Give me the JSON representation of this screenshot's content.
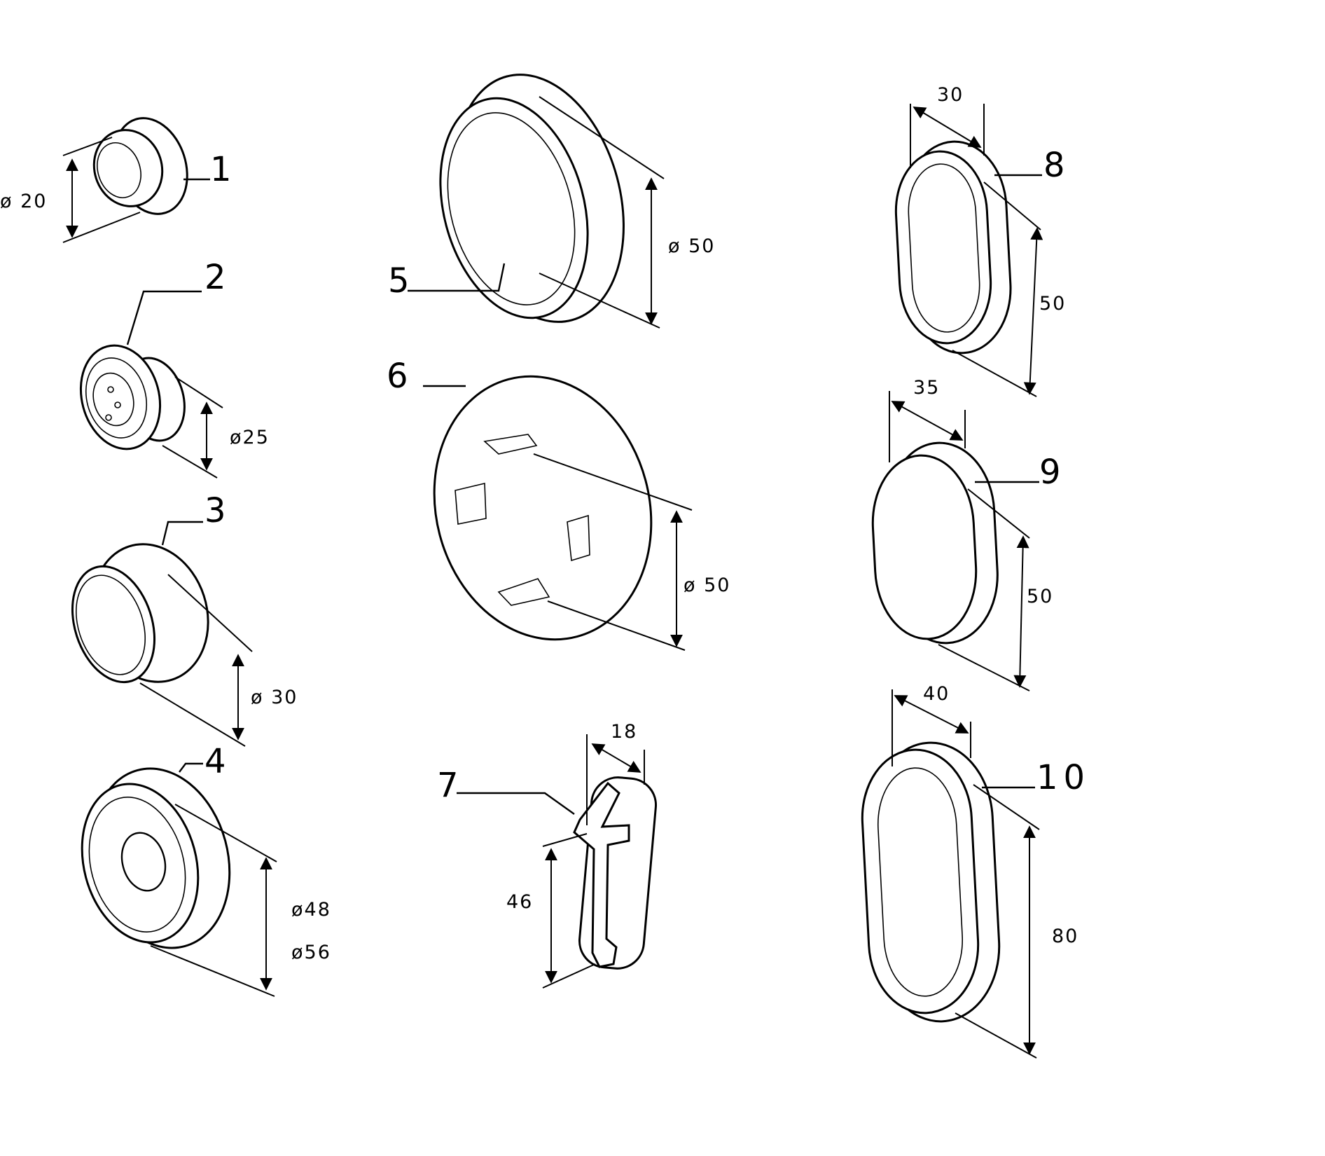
{
  "parts": [
    {
      "number": "1",
      "dims": [
        "ø 20"
      ]
    },
    {
      "number": "2",
      "dims": [
        "ø25"
      ]
    },
    {
      "number": "3",
      "dims": [
        "ø 30"
      ]
    },
    {
      "number": "4",
      "dims": [
        "ø48",
        "ø56"
      ]
    },
    {
      "number": "5",
      "dims": [
        "ø 50"
      ]
    },
    {
      "number": "6",
      "dims": [
        "ø 50"
      ]
    },
    {
      "number": "7",
      "dims": [
        "18",
        "46"
      ]
    },
    {
      "number": "8",
      "dims": [
        "30",
        "50"
      ]
    },
    {
      "number": "9",
      "dims": [
        "35",
        "50"
      ]
    },
    {
      "number": "10",
      "dims": [
        "40",
        "80"
      ]
    }
  ]
}
